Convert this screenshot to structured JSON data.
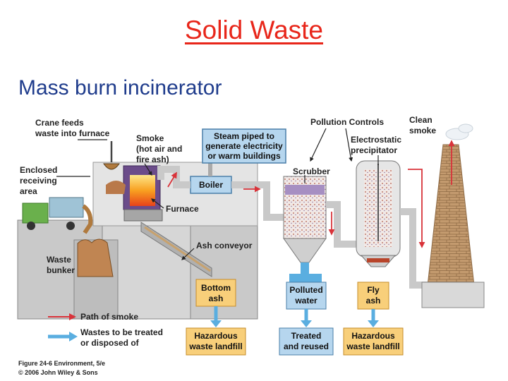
{
  "title": "Solid Waste",
  "subtitle": "Mass burn incinerator",
  "labels": {
    "crane": [
      "Crane feeds",
      "waste into furnace"
    ],
    "enclosed": [
      "Enclosed",
      "receiving",
      "area"
    ],
    "smoke": [
      "Smoke",
      "(hot air and",
      "fire ash)"
    ],
    "steam": [
      "Steam piped to",
      "generate electricity",
      "or warm buildings"
    ],
    "pollution_controls": "Pollution Controls",
    "clean_smoke": [
      "Clean",
      "smoke"
    ],
    "electrostatic": [
      "Electrostatic",
      "precipitator"
    ],
    "scrubber": "Scrubber",
    "boiler": "Boiler",
    "furnace": "Furnace",
    "ash_conveyor": "Ash conveyor",
    "waste_bunker": [
      "Waste",
      "bunker"
    ],
    "bottom_ash": [
      "Bottom",
      "ash"
    ],
    "polluted_water": [
      "Polluted",
      "water"
    ],
    "fly_ash": [
      "Fly",
      "ash"
    ],
    "hazardous_1": [
      "Hazardous",
      "waste landfill"
    ],
    "treated": [
      "Treated",
      "and reused"
    ],
    "hazardous_2": [
      "Hazardous",
      "waste landfill"
    ]
  },
  "legend": {
    "path_of_smoke": "Path of smoke",
    "wastes": [
      "Wastes to be treated",
      "or disposed of"
    ]
  },
  "credit": [
    "Figure 24-6  Environment, 5/e",
    "© 2006 John Wiley & Sons"
  ],
  "colors": {
    "title": "#e8261a",
    "subtitle": "#1f3c8c",
    "smoke_path": "#d9333a",
    "waste_arrow": "#5aaee0",
    "box_orange": "#f8cf7a",
    "box_blue": "#b6d6ee",
    "chimney": "#b98a5e"
  }
}
